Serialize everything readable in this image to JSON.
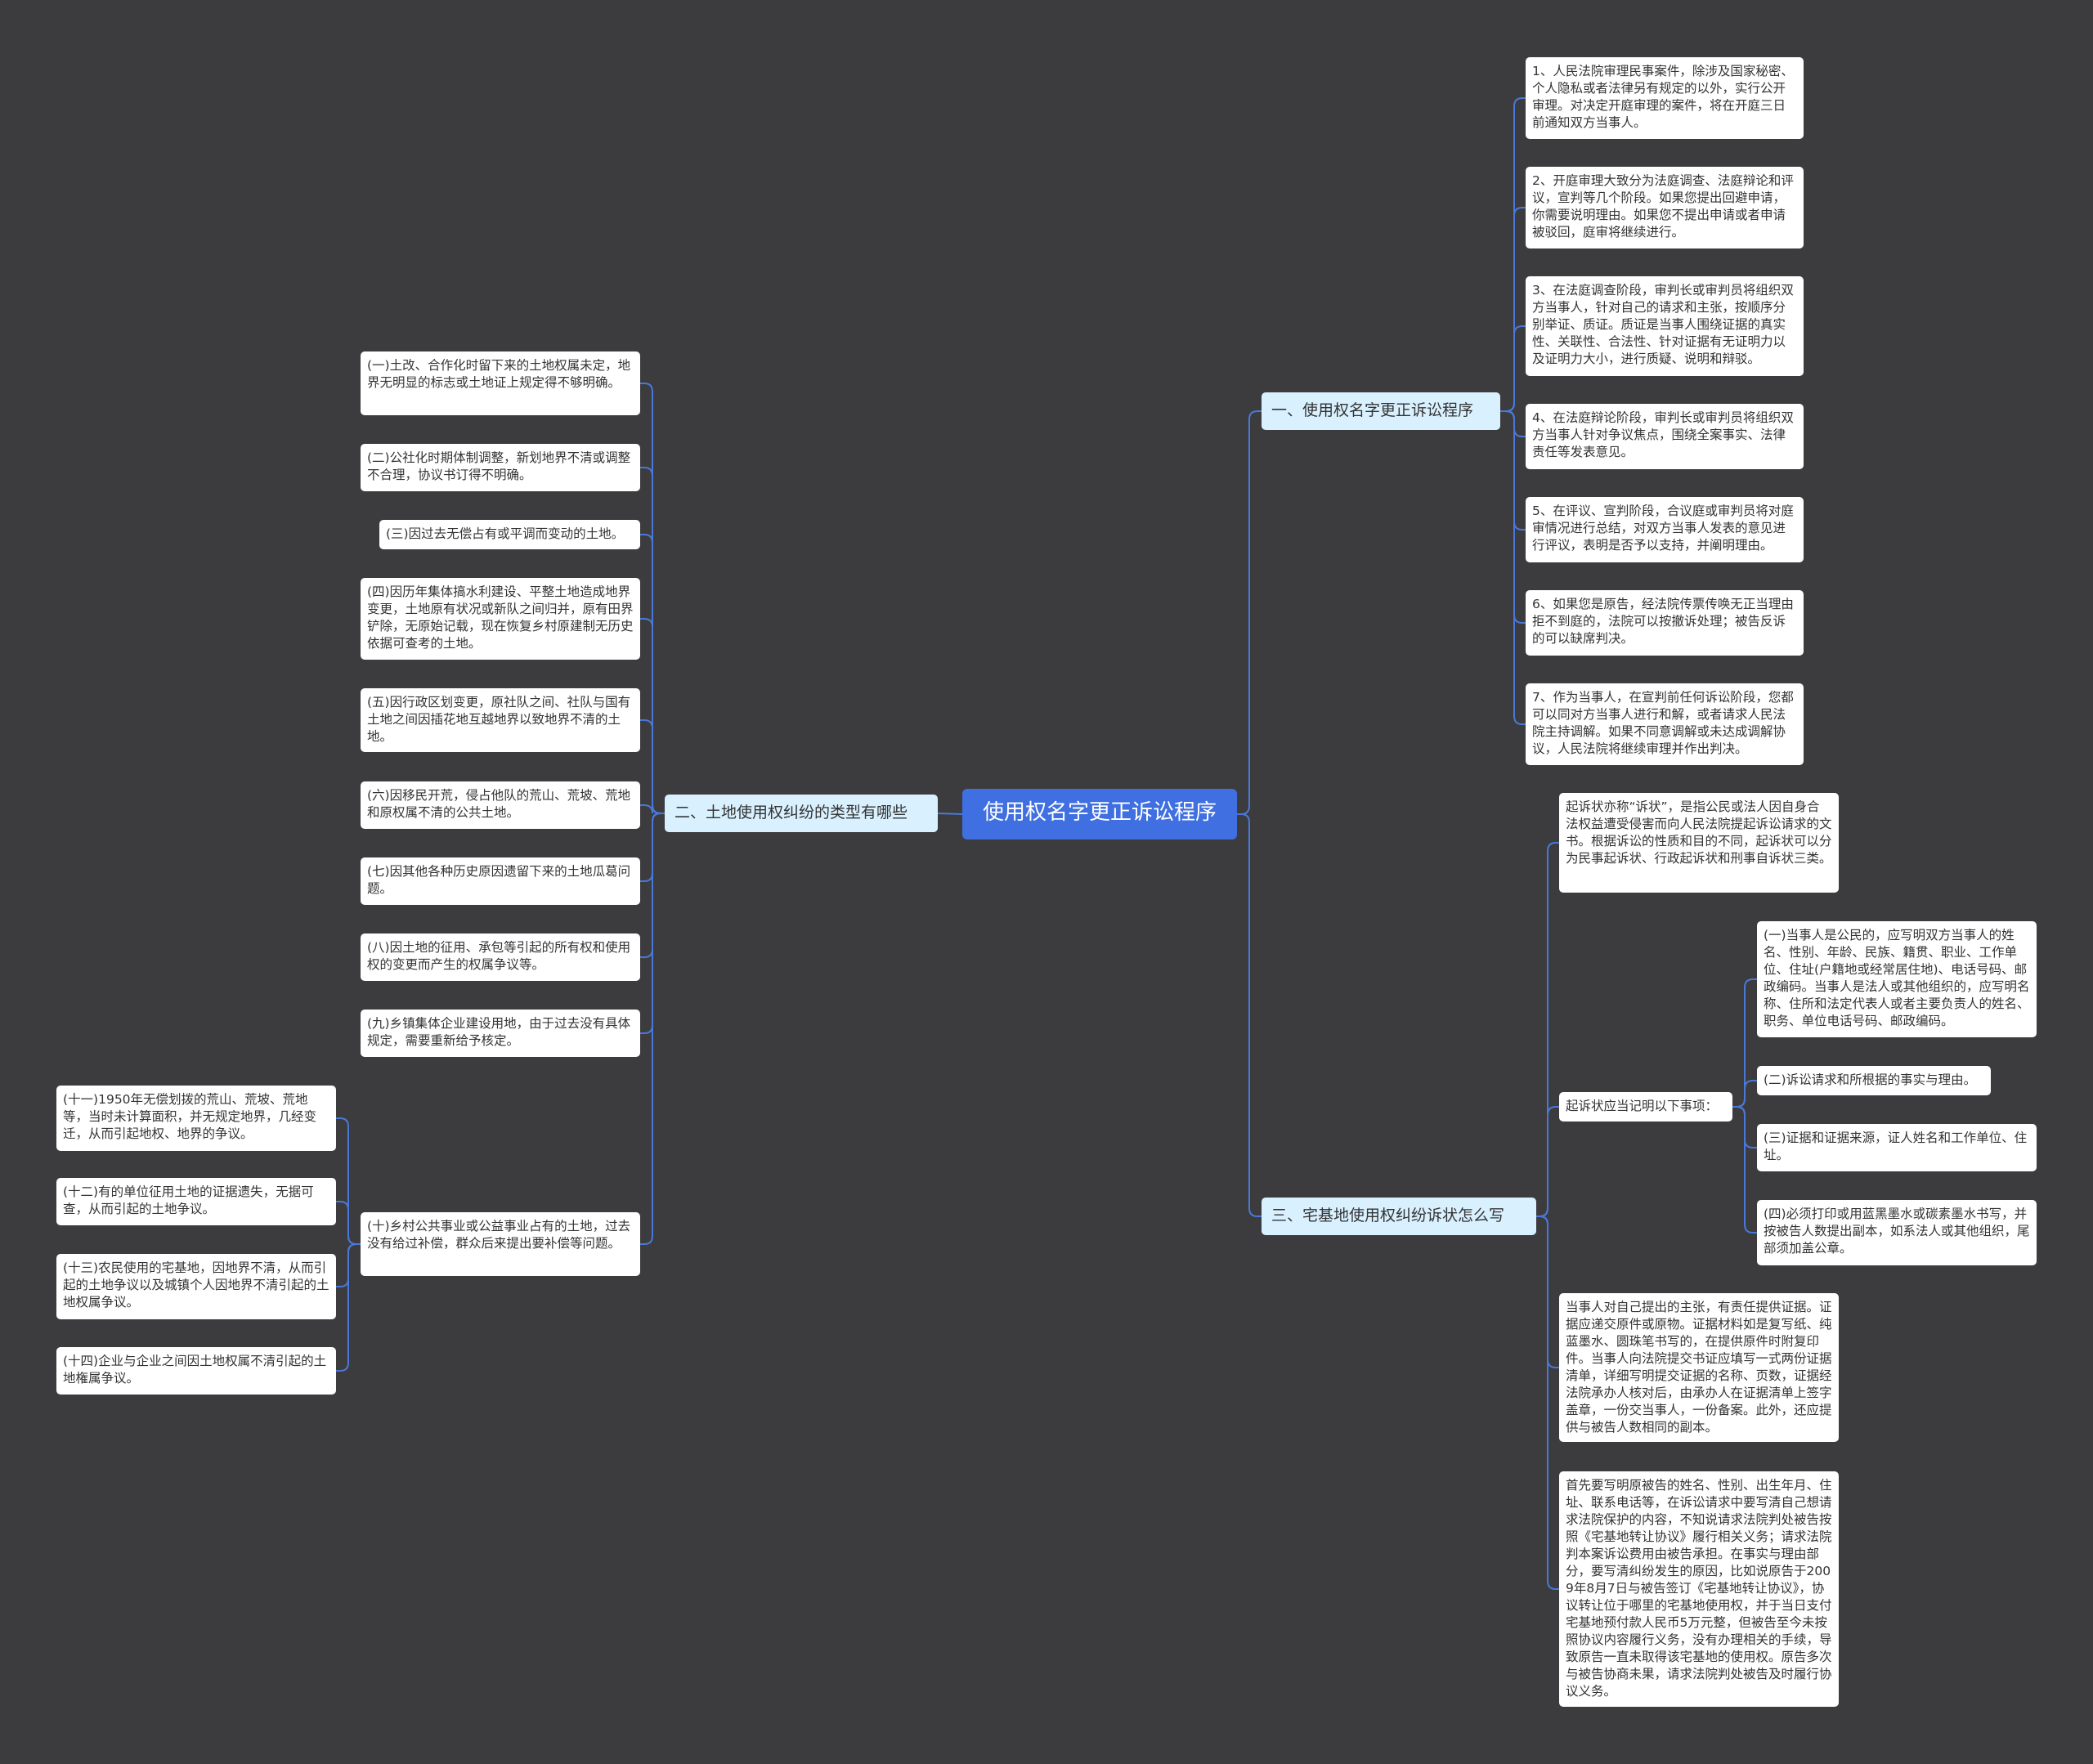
{
  "root": {
    "label": "使用权名字更正诉讼程序"
  },
  "branches": [
    {
      "id": "b1",
      "label": "一、使用权名字更正诉讼程序",
      "children": [
        {
          "id": "b1c1",
          "text": "1、人民法院审理民事案件，除涉及国家秘密、个人隐私或者法律另有规定的以外，实行公开审理。对决定开庭审理的案件，将在开庭三日前通知双方当事人。"
        },
        {
          "id": "b1c2",
          "text": "2、开庭审理大致分为法庭调查、法庭辩论和评议，宣判等几个阶段。如果您提出回避申请，你需要说明理由。如果您不提出申请或者申请被驳回，庭审将继续进行。"
        },
        {
          "id": "b1c3",
          "text": "3、在法庭调查阶段，审判长或审判员将组织双方当事人，针对自己的请求和主张，按顺序分别举证、质证。质证是当事人围绕证据的真实性、关联性、合法性、针对证据有无证明力以及证明力大小，进行质疑、说明和辩驳。"
        },
        {
          "id": "b1c4",
          "text": "4、在法庭辩论阶段，审判长或审判员将组织双方当事人针对争议焦点，围绕全案事实、法律责任等发表意见。"
        },
        {
          "id": "b1c5",
          "text": "5、在评议、宣判阶段，合议庭或审判员将对庭审情况进行总结，对双方当事人发表的意见进行评议，表明是否予以支持，并阐明理由。"
        },
        {
          "id": "b1c6",
          "text": "6、如果您是原告，经法院传票传唤无正当理由拒不到庭的，法院可以按撤诉处理；被告反诉的可以缺席判决。"
        },
        {
          "id": "b1c7",
          "text": "7、作为当事人，在宣判前任何诉讼阶段，您都可以同对方当事人进行和解，或者请求人民法院主持调解。如果不同意调解或未达成调解协议，人民法院将继续审理并作出判决。"
        }
      ]
    },
    {
      "id": "b2",
      "label": "二、土地使用权纠纷的类型有哪些",
      "children": [
        {
          "id": "b2c1",
          "text": "(一)土改、合作化时留下来的土地权属未定，地界无明显的标志或土地证上规定得不够明确。"
        },
        {
          "id": "b2c2",
          "text": "(二)公社化时期体制调整，新划地界不清或调整不合理，协议书订得不明确。"
        },
        {
          "id": "b2c3",
          "text": "(三)因过去无偿占有或平调而变动的土地。"
        },
        {
          "id": "b2c4",
          "text": "(四)因历年集体搞水利建设、平整土地造成地界变更，土地原有状况或新队之间归并，原有田界铲除，无原始记载，现在恢复乡村原建制无历史依据可查考的土地。"
        },
        {
          "id": "b2c5",
          "text": "(五)因行政区划变更，原社队之间、社队与国有土地之间因插花地互越地界以致地界不清的土地。"
        },
        {
          "id": "b2c6",
          "text": "(六)因移民开荒，侵占他队的荒山、荒坡、荒地和原权属不清的公共土地。"
        },
        {
          "id": "b2c7",
          "text": "(七)因其他各种历史原因遗留下来的土地瓜葛问题。"
        },
        {
          "id": "b2c8",
          "text": "(八)因土地的征用、承包等引起的所有权和使用权的变更而产生的权属争议等。"
        },
        {
          "id": "b2c9",
          "text": "(九)乡镇集体企业建设用地，由于过去没有具体规定，需要重新给予核定。"
        },
        {
          "id": "b2c10",
          "text": "(十)乡村公共事业或公益事业占有的土地，过去没有给过补偿，群众后来提出要补偿等问题。"
        },
        {
          "id": "b2c11",
          "text": "(十一)1950年无偿划拨的荒山、荒坡、荒地等，当时未计算面积，并无规定地界，几经变迁，从而引起地权、地界的争议。"
        },
        {
          "id": "b2c12",
          "text": "(十二)有的单位征用土地的证据遗失，无据可查，从而引起的土地争议。"
        },
        {
          "id": "b2c13",
          "text": "(十三)农民使用的宅基地，因地界不清，从而引起的土地争议以及城镇个人因地界不清引起的土地权属争议。"
        },
        {
          "id": "b2c14",
          "text": "(十四)企业与企业之间因土地权属不清引起的土地権属争议。"
        }
      ]
    },
    {
      "id": "b3",
      "label": "三、宅基地使用权纠纷诉状怎么写",
      "children": [
        {
          "id": "b3c1",
          "text": "起诉状亦称“诉状”，是指公民或法人因自身合法权益遭受侵害而向人民法院提起诉讼请求的文书。根据诉讼的性质和目的不同，起诉状可以分为民事起诉状、行政起诉状和刑事自诉状三类。"
        },
        {
          "id": "b3c2",
          "text": "起诉状应当记明以下事项："
        },
        {
          "id": "b3c2a",
          "text": "(一)当事人是公民的，应写明双方当事人的姓名、性别、年龄、民族、籍贯、职业、工作单位、住址(户籍地或经常居住地)、电话号码、邮政编码。当事人是法人或其他组织的，应写明名称、住所和法定代表人或者主要负责人的姓名、职务、单位电话号码、邮政编码。"
        },
        {
          "id": "b3c2b",
          "text": "(二)诉讼请求和所根据的事实与理由。"
        },
        {
          "id": "b3c2c",
          "text": "(三)证据和证据来源，证人姓名和工作单位、住址。"
        },
        {
          "id": "b3c2d",
          "text": "(四)必须打印或用蓝黑墨水或碳素墨水书写，并按被告人数提出副本，如系法人或其他组织，尾部须加盖公章。"
        },
        {
          "id": "b3c3",
          "text": "当事人对自己提出的主张，有责任提供证据。证据应递交原件或原物。证据材料如是复写纸、纯蓝墨水、圆珠笔书写的，在提供原件时附复印件。当事人向法院提交书证应填写一式两份证据清单，详细写明提交证据的名称、页数，证据经法院承办人核对后，由承办人在证据清单上签字盖章，一份交当事人，一份备案。此外，还应提供与被告人数相同的副本。"
        },
        {
          "id": "b3c4",
          "text": "首先要写明原被告的姓名、性别、出生年月、住址、联系电话等，在诉讼请求中要写清自己想请求法院保护的内容，不知说请求法院判处被告按照《宅基地转让协议》履行相关义务；请求法院判本案诉讼费用由被告承担。在事实与理由部分，要写清纠纷发生的原因，比如说原告于2009年8月7日与被告签订《宅基地转让协议》，协议转让位于哪里的宅基地使用权，并于当日支付宅基地预付款人民币5万元整，但被告至今未按照协议内容履行义务，没有办理相关的手续，导致原告一直未取得该宅基地的使用权。原告多次与被告协商未果，请求法院判处被告及时履行协议义务。"
        }
      ]
    }
  ],
  "colors": {
    "background": "#3c3b3d",
    "root": "#3f6fe0",
    "branch": "#d9f1ff",
    "leaf": "#ffffff",
    "line": "#4a78d8"
  }
}
